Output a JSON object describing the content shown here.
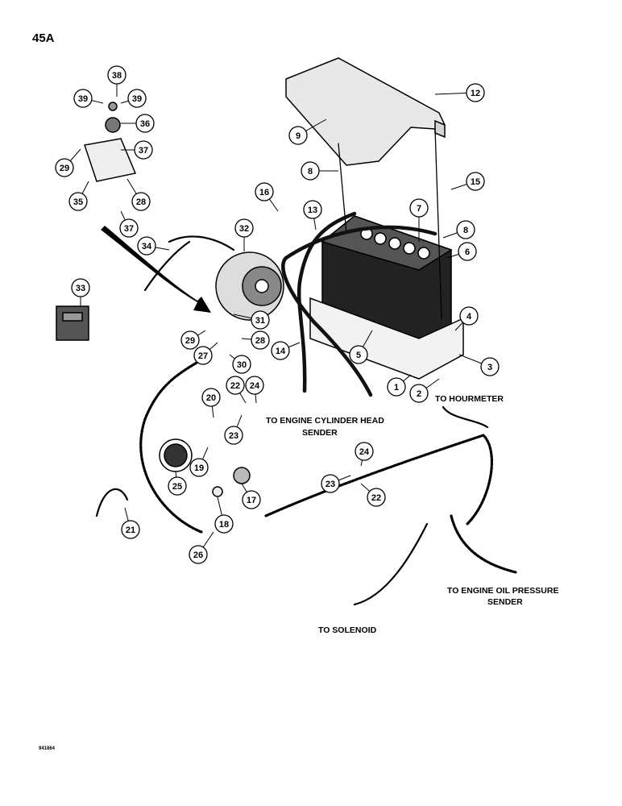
{
  "page_number": "45A",
  "drawing_code": "941864",
  "callouts": [
    "1",
    "2",
    "3",
    "4",
    "5",
    "6",
    "7",
    "8",
    "9",
    "12",
    "13",
    "14",
    "15",
    "16",
    "17",
    "18",
    "19",
    "20",
    "21",
    "22",
    "23",
    "24",
    "25",
    "26",
    "27",
    "28",
    "29",
    "30",
    "31",
    "32",
    "33",
    "34",
    "35",
    "36",
    "37",
    "38",
    "39"
  ],
  "notes": {
    "to_hourmeter": "TO HOURMETER",
    "to_cylinder_head_sender_1": "TO ENGINE CYLINDER HEAD",
    "to_cylinder_head_sender_2": "SENDER",
    "to_oil_pressure_sender_1": "TO ENGINE OIL PRESSURE",
    "to_oil_pressure_sender_2": "SENDER",
    "to_solenoid": "TO SOLENOID"
  }
}
